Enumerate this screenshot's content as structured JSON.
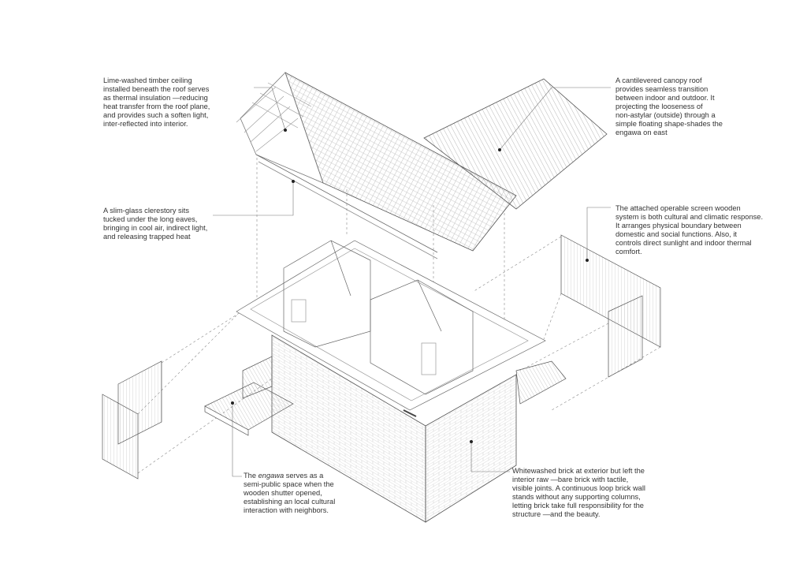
{
  "annotations": {
    "ceiling": "Lime-washed timber ceiling\ninstalled beneath the roof serves\nas thermal insulation —reducing\nheat transfer from the roof plane,\nand provides such a soften light,\ninter-reflected into interior.",
    "canopy": "A cantilevered canopy roof\nprovides seamless transition\nbetween indoor and outdoor. It\nprojecting the looseness of\nnon-astylar (outside) through a\nsimple floating shape-shades the\nengawa on east",
    "clerestory": "A slim-glass clerestory sits\ntucked under the long eaves,\nbringing in cool air, indirect light,\nand releasing trapped heat",
    "screen": "The attached operable screen wooden\nsystem is both cultural and climatic response.\nIt arranges physical boundary between\ndomestic and social functions. Also, it\ncontrols direct sunlight and indoor thermal\ncomfort.",
    "engawa_prefix": "The ",
    "engawa_term": "engawa",
    "engawa_rest": " serves as a\nsemi-public space when the\nwooden shutter opened,\nestablishing an local cultural\ninteraction with neighbors.",
    "brick": "Whitewashed brick at exterior but left the\ninterior raw —bare brick with tactile,\nvisible joints. A continuous loop brick wall\nstands without any supporting columns,\nletting brick take full responsibility for the\nstructure —and the beauty."
  },
  "colors": {
    "line": "#555555",
    "text": "#333333"
  }
}
